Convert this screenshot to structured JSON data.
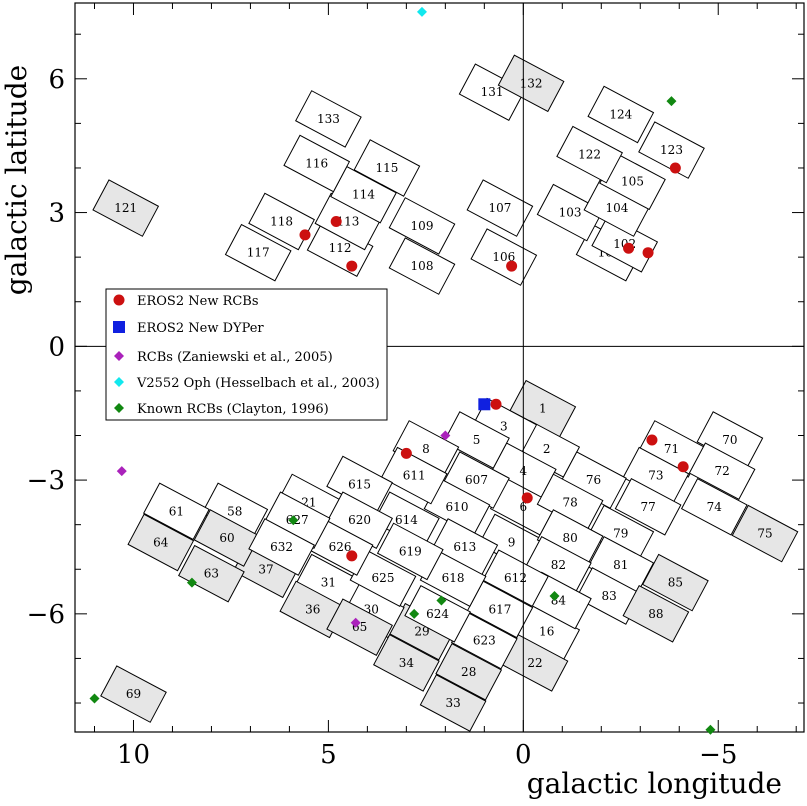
{
  "chart_data": {
    "type": "scatter",
    "xlabel": "galactic longitude",
    "ylabel": "galactic latitude",
    "xlim": [
      11.5,
      -7.2
    ],
    "ylim": [
      -8.65,
      7.7
    ],
    "x_ticks": [
      10,
      5,
      0,
      -5
    ],
    "x_tick_labels": [
      "10",
      "5",
      "0",
      "−5"
    ],
    "y_ticks": [
      6,
      3,
      0,
      -3,
      -6
    ],
    "y_tick_labels": [
      "6",
      "3",
      "0",
      "−3",
      "−6"
    ],
    "grid": false,
    "reference_lines": {
      "x": 0,
      "y": 0
    },
    "legend_position": "center-left",
    "colors": {
      "new_rcb": "#cc1010",
      "new_dyper": "#1020e0",
      "zaniewski": "#aa22bb",
      "v2552": "#11e8ee",
      "known": "#118811",
      "field_white": "#ffffff",
      "field_gray": "#e6e6e6"
    },
    "fields": [
      {
        "id": "1",
        "l": -0.5,
        "b": -1.4,
        "gray": true
      },
      {
        "id": "2",
        "l": -0.6,
        "b": -2.3
      },
      {
        "id": "3",
        "l": 0.5,
        "b": -1.8
      },
      {
        "id": "4",
        "l": 0.0,
        "b": -2.8
      },
      {
        "id": "5",
        "l": 1.2,
        "b": -2.1
      },
      {
        "id": "6",
        "l": 0.0,
        "b": -3.6
      },
      {
        "id": "8",
        "l": 2.5,
        "b": -2.3
      },
      {
        "id": "9",
        "l": 0.3,
        "b": -4.4
      },
      {
        "id": "16",
        "l": -0.6,
        "b": -6.4
      },
      {
        "id": "21",
        "l": 5.5,
        "b": -3.5
      },
      {
        "id": "22",
        "l": -0.3,
        "b": -7.1,
        "gray": true
      },
      {
        "id": "28",
        "l": 1.4,
        "b": -7.3,
        "gray": true
      },
      {
        "id": "29",
        "l": 2.6,
        "b": -6.4,
        "gray": true
      },
      {
        "id": "30",
        "l": 3.9,
        "b": -5.9
      },
      {
        "id": "31",
        "l": 5.0,
        "b": -5.3
      },
      {
        "id": "33",
        "l": 1.8,
        "b": -8.0,
        "gray": true
      },
      {
        "id": "34",
        "l": 3.0,
        "b": -7.1,
        "gray": true
      },
      {
        "id": "36",
        "l": 5.4,
        "b": -5.9,
        "gray": true
      },
      {
        "id": "37",
        "l": 6.6,
        "b": -5.0,
        "gray": true
      },
      {
        "id": "58",
        "l": 7.4,
        "b": -3.7
      },
      {
        "id": "60",
        "l": 7.6,
        "b": -4.3,
        "gray": true
      },
      {
        "id": "61",
        "l": 8.9,
        "b": -3.7
      },
      {
        "id": "63",
        "l": 8.0,
        "b": -5.1,
        "gray": true
      },
      {
        "id": "64",
        "l": 9.3,
        "b": -4.4,
        "gray": true
      },
      {
        "id": "65",
        "l": 4.2,
        "b": -6.3,
        "gray": true
      },
      {
        "id": "69",
        "l": 10.0,
        "b": -7.8,
        "gray": true
      },
      {
        "id": "70",
        "l": -5.3,
        "b": -2.1
      },
      {
        "id": "71",
        "l": -3.8,
        "b": -2.3
      },
      {
        "id": "72",
        "l": -5.1,
        "b": -2.8
      },
      {
        "id": "73",
        "l": -3.4,
        "b": -2.9
      },
      {
        "id": "74",
        "l": -4.9,
        "b": -3.6
      },
      {
        "id": "75",
        "l": -6.2,
        "b": -4.2,
        "gray": true
      },
      {
        "id": "76",
        "l": -1.8,
        "b": -3.0
      },
      {
        "id": "77",
        "l": -3.2,
        "b": -3.6
      },
      {
        "id": "78",
        "l": -1.2,
        "b": -3.5
      },
      {
        "id": "79",
        "l": -2.5,
        "b": -4.2
      },
      {
        "id": "80",
        "l": -1.2,
        "b": -4.3
      },
      {
        "id": "81",
        "l": -2.5,
        "b": -4.9
      },
      {
        "id": "82",
        "l": -0.9,
        "b": -4.9
      },
      {
        "id": "83",
        "l": -2.2,
        "b": -5.6
      },
      {
        "id": "84",
        "l": -0.9,
        "b": -5.7
      },
      {
        "id": "85",
        "l": -3.9,
        "b": -5.3,
        "gray": true
      },
      {
        "id": "88",
        "l": -3.4,
        "b": -6.0,
        "gray": true
      },
      {
        "id": "101",
        "l": -2.2,
        "b": 2.1
      },
      {
        "id": "102",
        "l": -2.6,
        "b": 2.3
      },
      {
        "id": "103",
        "l": -1.2,
        "b": 3.0
      },
      {
        "id": "104",
        "l": -2.4,
        "b": 3.1
      },
      {
        "id": "105",
        "l": -2.8,
        "b": 3.7
      },
      {
        "id": "106",
        "l": 0.5,
        "b": 2.0
      },
      {
        "id": "107",
        "l": 0.6,
        "b": 3.1
      },
      {
        "id": "108",
        "l": 2.6,
        "b": 1.8
      },
      {
        "id": "109",
        "l": 2.6,
        "b": 2.7
      },
      {
        "id": "112",
        "l": 4.7,
        "b": 2.2
      },
      {
        "id": "113",
        "l": 4.5,
        "b": 2.8
      },
      {
        "id": "114",
        "l": 4.1,
        "b": 3.4
      },
      {
        "id": "115",
        "l": 3.5,
        "b": 4.0
      },
      {
        "id": "116",
        "l": 5.3,
        "b": 4.1
      },
      {
        "id": "117",
        "l": 6.8,
        "b": 2.1
      },
      {
        "id": "118",
        "l": 6.2,
        "b": 2.8
      },
      {
        "id": "121",
        "l": 10.2,
        "b": 3.1,
        "gray": true
      },
      {
        "id": "122",
        "l": -1.7,
        "b": 4.3
      },
      {
        "id": "123",
        "l": -3.8,
        "b": 4.4
      },
      {
        "id": "124",
        "l": -2.5,
        "b": 5.2
      },
      {
        "id": "131",
        "l": 0.8,
        "b": 5.7
      },
      {
        "id": "132",
        "l": -0.2,
        "b": 5.9,
        "gray": true
      },
      {
        "id": "133",
        "l": 5.0,
        "b": 5.1
      },
      {
        "id": "607",
        "l": 1.2,
        "b": -3.0
      },
      {
        "id": "610",
        "l": 1.7,
        "b": -3.6
      },
      {
        "id": "611",
        "l": 2.8,
        "b": -2.9
      },
      {
        "id": "612",
        "l": 0.2,
        "b": -5.2
      },
      {
        "id": "613",
        "l": 1.5,
        "b": -4.5
      },
      {
        "id": "614",
        "l": 3.0,
        "b": -3.9
      },
      {
        "id": "615",
        "l": 4.2,
        "b": -3.1
      },
      {
        "id": "617",
        "l": 0.6,
        "b": -5.9
      },
      {
        "id": "618",
        "l": 1.8,
        "b": -5.2
      },
      {
        "id": "619",
        "l": 2.9,
        "b": -4.6
      },
      {
        "id": "620",
        "l": 4.2,
        "b": -3.9
      },
      {
        "id": "623",
        "l": 1.0,
        "b": -6.6
      },
      {
        "id": "624",
        "l": 2.2,
        "b": -6.0
      },
      {
        "id": "625",
        "l": 3.6,
        "b": -5.2
      },
      {
        "id": "626",
        "l": 4.7,
        "b": -4.5
      },
      {
        "id": "627",
        "l": 5.8,
        "b": -3.9
      },
      {
        "id": "632",
        "l": 6.2,
        "b": -4.5
      }
    ],
    "series": [
      {
        "name": "EROS2 New RCBs",
        "marker": "circle",
        "points": [
          {
            "l": 0.3,
            "b": 1.8
          },
          {
            "l": -2.7,
            "b": 2.2
          },
          {
            "l": -3.2,
            "b": 2.1
          },
          {
            "l": -3.9,
            "b": 4.0
          },
          {
            "l": 4.4,
            "b": 1.8
          },
          {
            "l": 4.8,
            "b": 2.8
          },
          {
            "l": 5.6,
            "b": 2.5
          },
          {
            "l": 0.7,
            "b": -1.3
          },
          {
            "l": 3.0,
            "b": -2.4
          },
          {
            "l": -0.1,
            "b": -3.4
          },
          {
            "l": -3.3,
            "b": -2.1
          },
          {
            "l": -4.1,
            "b": -2.7
          },
          {
            "l": 4.4,
            "b": -4.7
          }
        ]
      },
      {
        "name": "EROS2 New DYPer",
        "marker": "square",
        "points": [
          {
            "l": 1.0,
            "b": -1.3
          }
        ]
      },
      {
        "name": "RCBs (Zaniewski et al., 2005)",
        "marker": "diamond",
        "points": [
          {
            "l": 10.3,
            "b": -2.8
          },
          {
            "l": 2.0,
            "b": -2.0
          },
          {
            "l": 4.3,
            "b": -6.2
          }
        ]
      },
      {
        "name": "V2552 Oph (Hesselbach et al., 2003)",
        "marker": "diamond",
        "points": [
          {
            "l": 2.6,
            "b": 7.5
          }
        ]
      },
      {
        "name": "Known RCBs (Clayton, 1996)",
        "marker": "diamond",
        "points": [
          {
            "l": -3.8,
            "b": 5.5
          },
          {
            "l": 5.9,
            "b": -3.9
          },
          {
            "l": 8.5,
            "b": -5.3
          },
          {
            "l": 2.8,
            "b": -6.0
          },
          {
            "l": 2.1,
            "b": -5.7
          },
          {
            "l": -0.8,
            "b": -5.6
          },
          {
            "l": 11.0,
            "b": -7.9
          },
          {
            "l": -4.8,
            "b": -8.6
          }
        ]
      }
    ]
  }
}
